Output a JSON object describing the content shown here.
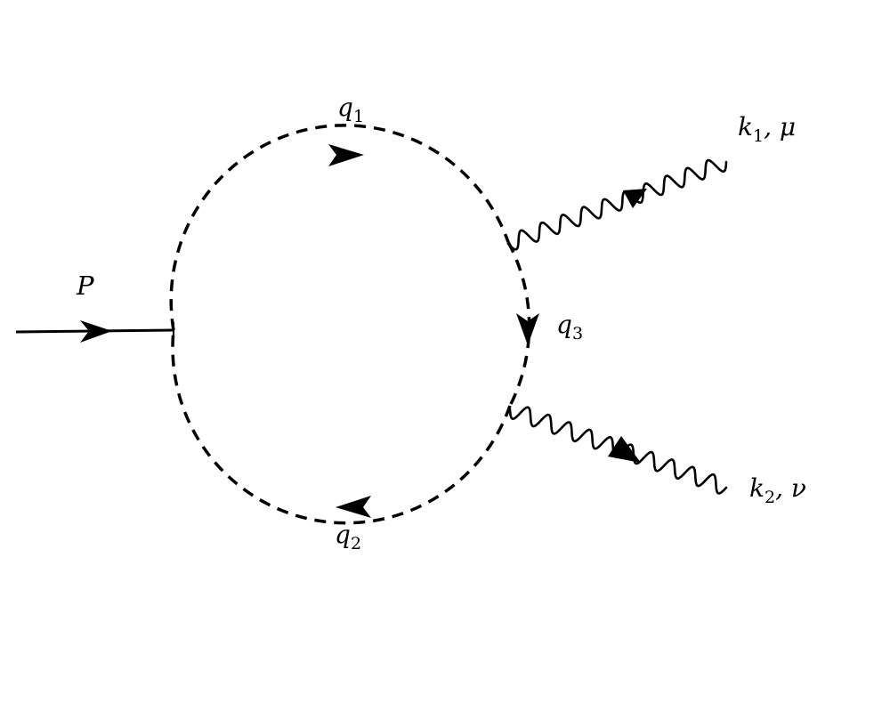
{
  "labels": {
    "incoming": {
      "main": "P"
    },
    "top_propagator": {
      "main": "q",
      "sub": "1"
    },
    "bottom_propagator": {
      "main": "q",
      "sub": "2"
    },
    "right_propagator": {
      "main": "q",
      "sub": "3"
    },
    "photon_1": {
      "main": "k",
      "sub": "1",
      "rest": ", μ"
    },
    "photon_2": {
      "main": "k",
      "sub": "2",
      "rest": ", ν"
    }
  }
}
